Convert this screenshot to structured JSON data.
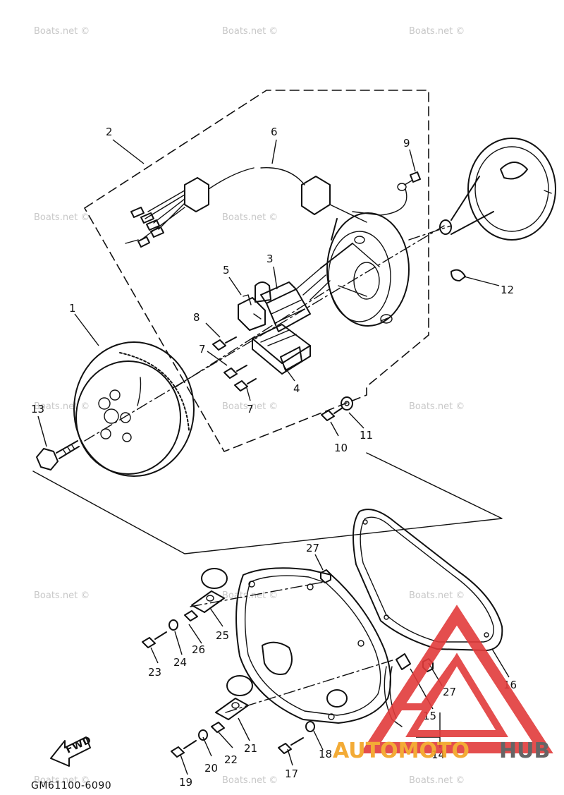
{
  "watermark": "Boats.net ©",
  "drawing_code": "GM61100-6090",
  "fwd_label": "FWD",
  "brand": {
    "part1": "AUTOMOTO",
    "part2": "HUB",
    "color_primary": "#f2a321",
    "color_triangle": "#e23b3b"
  },
  "callouts": {
    "p1": "1",
    "p2": "2",
    "p3": "3",
    "p4": "4",
    "p5": "5",
    "p6": "6",
    "p7a": "7",
    "p7b": "7",
    "p8": "8",
    "p9": "9",
    "p10": "10",
    "p11": "11",
    "p12": "12",
    "p13": "13",
    "p14": "14",
    "p15": "15",
    "p16": "16",
    "p17": "17",
    "p18": "18",
    "p19": "19",
    "p20": "20",
    "p21": "21",
    "p22": "22",
    "p23": "23",
    "p24": "24",
    "p25": "25",
    "p26": "26",
    "p27a": "27",
    "p27b": "27"
  }
}
